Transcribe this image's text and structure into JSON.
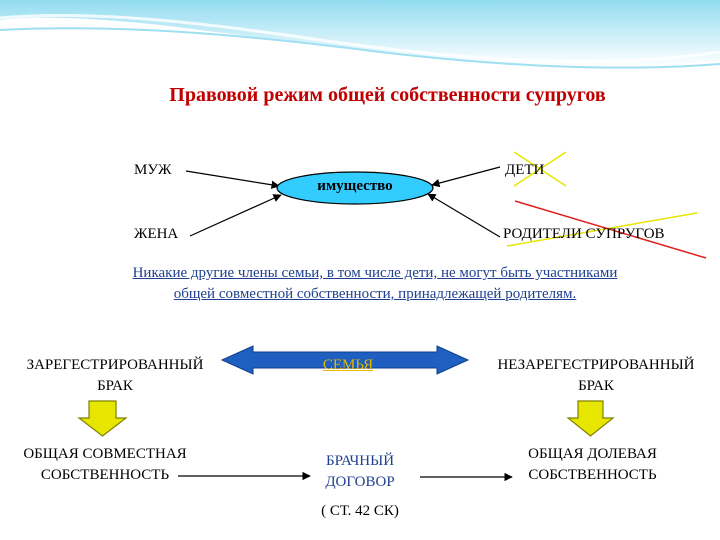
{
  "title": "Правовой режим общей собственности супругов",
  "center_node": "имущество",
  "participants": {
    "husband": "МУЖ",
    "wife": "ЖЕНА",
    "children": "ДЕТИ",
    "parents": "РОДИТЕЛИ СУПРУГОВ"
  },
  "note": "Никакие другие члены семьи, в том числе дети, не могут быть участниками общей совместной собственности, принадлежащей родителям.",
  "family": "СЕМЬЯ",
  "left_marriage": {
    "line1": "ЗАРЕГЕСТРИРОВАННЫЙ",
    "line2": "БРАК"
  },
  "right_marriage": {
    "line1": "НЕЗАРЕГЕСТРИРОВАННЫЙ",
    "line2": "БРАК"
  },
  "left_property": {
    "line1": "ОБЩАЯ СОВМЕСТНАЯ",
    "line2": "СОБСТВЕННОСТЬ"
  },
  "right_property": {
    "line1": "ОБЩАЯ ДОЛЕВАЯ",
    "line2": "СОБСТВЕННОСТЬ"
  },
  "contract": {
    "line1": "БРАЧНЫЙ",
    "line2": "ДОГОВОР"
  },
  "reference": "( СТ. 42 СК)",
  "colors": {
    "title": "#c00000",
    "node_fill": "#33ccff",
    "double_arrow": "#1f5fbf",
    "down_arrow": "#e6e600",
    "family": "#e6b800",
    "note": "#1f3f8f",
    "cross_yellow": "#e6e600",
    "cross_red": "#e02020"
  }
}
